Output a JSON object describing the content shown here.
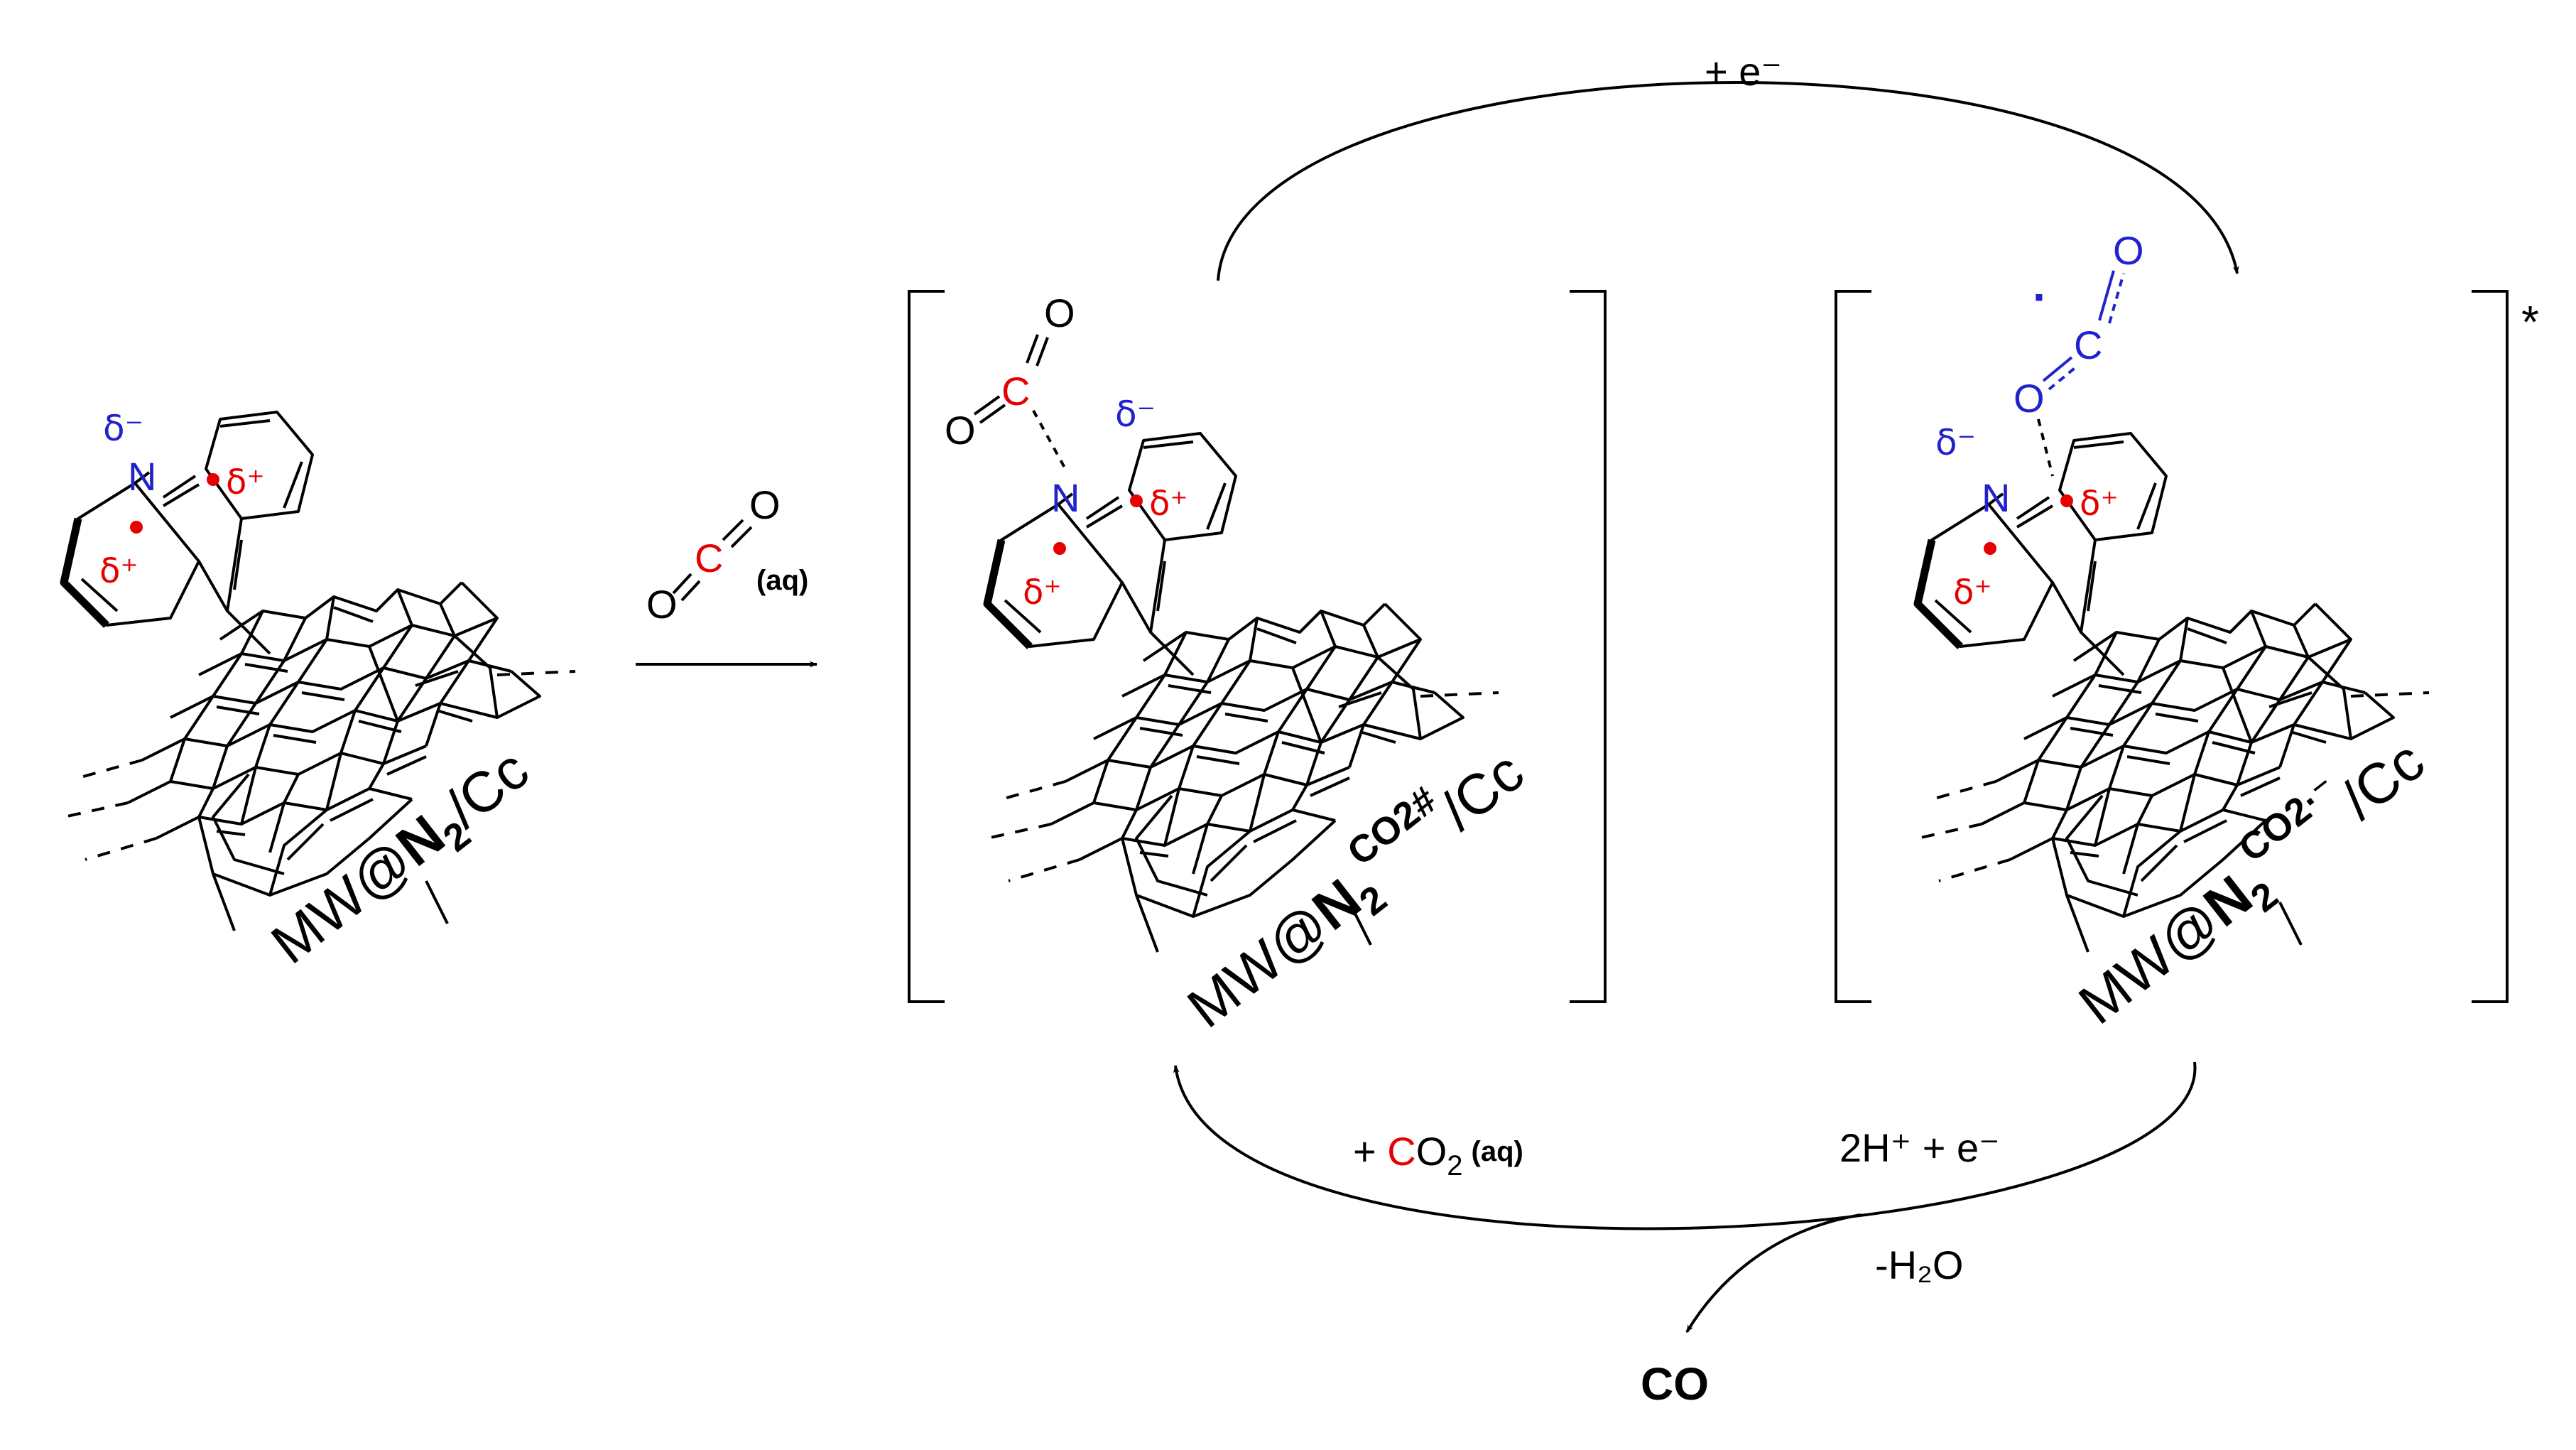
{
  "colors": {
    "ink": "#000000",
    "nitrogen": "#2222cc",
    "carbon": "#e60000",
    "delta_plus": "#e60000",
    "radical": "#2222cc"
  },
  "start": {
    "n": "N",
    "delta_n": "δ⁻",
    "delta_c1": "δ⁺",
    "delta_c2": "δ⁺",
    "label_main": "MW@",
    "label_n2": "N",
    "label_n2_sub": "2",
    "label_tail": "/Cc"
  },
  "reagent": {
    "o1": "O",
    "c": "C",
    "o2": "O",
    "phase": "(aq)"
  },
  "intermediate1": {
    "o1": "O",
    "c": "C",
    "o2": "O",
    "n": "N",
    "delta_n": "δ⁻",
    "delta_c1": "δ⁺",
    "delta_c2": "δ⁺",
    "label_main": "MW@",
    "label_n2": "N",
    "label_n2_sub": "2",
    "label_sup": "CO2#",
    "label_tail": "/Cc"
  },
  "intermediate2": {
    "o1": "O",
    "c": "C",
    "o2": "O",
    "radical": "·",
    "n": "N",
    "delta_n": "δ⁻",
    "delta_c1": "δ⁺",
    "delta_c2": "δ⁺",
    "label_main": "MW@",
    "label_n2": "N",
    "label_n2_sub": "2",
    "label_sup": "CO2",
    "label_sup_charge": "·⁻",
    "label_tail": "/Cc",
    "asterisk": "*"
  },
  "arrows": {
    "top_label": "+ e⁻",
    "bottom_left_plus": "+ ",
    "bottom_left_co": "C",
    "bottom_left_o": "O",
    "bottom_left_sub": "2",
    "bottom_left_phase": "(aq)",
    "bottom_right": "2H⁺ + e⁻",
    "water": "-H₂O",
    "product": "CO"
  }
}
